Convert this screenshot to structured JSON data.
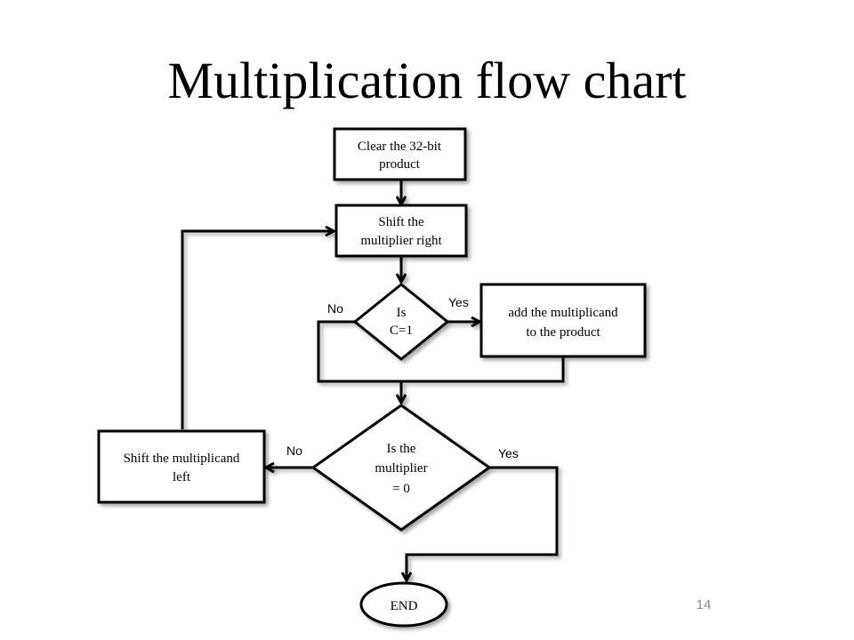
{
  "slide": {
    "title": "Multiplication flow chart",
    "page_number": "14"
  },
  "flowchart": {
    "clear_box": [
      "Clear the 32-bit",
      "product"
    ],
    "shift_multiplier_box": [
      "Shift the",
      "multiplier right"
    ],
    "decision_c": [
      "Is",
      "C=1"
    ],
    "add_box": [
      "add the multiplicand",
      "to the product"
    ],
    "decision_zero": [
      "Is the",
      "multiplier",
      "= 0"
    ],
    "shift_multiplicand_box": [
      "Shift the multiplicand",
      "left"
    ],
    "end_terminal": "END",
    "label_no_c": "No",
    "label_yes_c": "Yes",
    "label_no_zero": "No",
    "label_yes_zero": "Yes"
  }
}
